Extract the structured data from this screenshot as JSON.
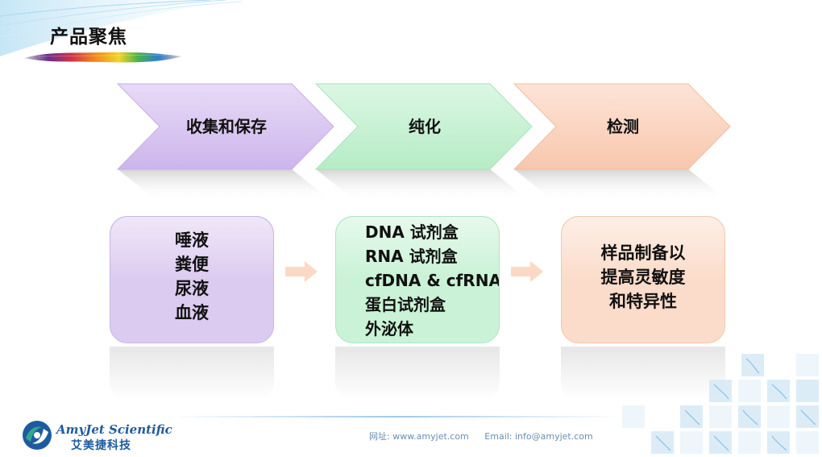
{
  "slide": {
    "title": "产品聚焦"
  },
  "process": {
    "steps": [
      {
        "label": "收集和保存",
        "color": "#d9c6f0"
      },
      {
        "label": "纯化",
        "color": "#c9f0d4"
      },
      {
        "label": "检测",
        "color": "#fbd5c2"
      }
    ]
  },
  "cards": [
    {
      "lines": [
        "唾液",
        "粪便",
        "尿液",
        "血液"
      ],
      "color": "#dccbf0"
    },
    {
      "lines": [
        "DNA 试剂盒",
        "RNA 试剂盒",
        "cfDNA & cfRNA",
        "蛋白试剂盒",
        "外泌体"
      ],
      "color": "#c9f2d6"
    },
    {
      "lines": [
        "样品制备以",
        "提高灵敏度",
        "和特异性"
      ],
      "color": "#fbdcca"
    }
  ],
  "arrows": {
    "color": "#fbd9c4"
  },
  "footer": {
    "website": "网址: www.amyjet.com",
    "email": "Email: info@amyjet.com"
  },
  "logo": {
    "english": "AmyJet Scientific",
    "chinese": "艾美捷科技",
    "brand_color": "#1f5aa0",
    "accent_color": "#2fa98a"
  }
}
